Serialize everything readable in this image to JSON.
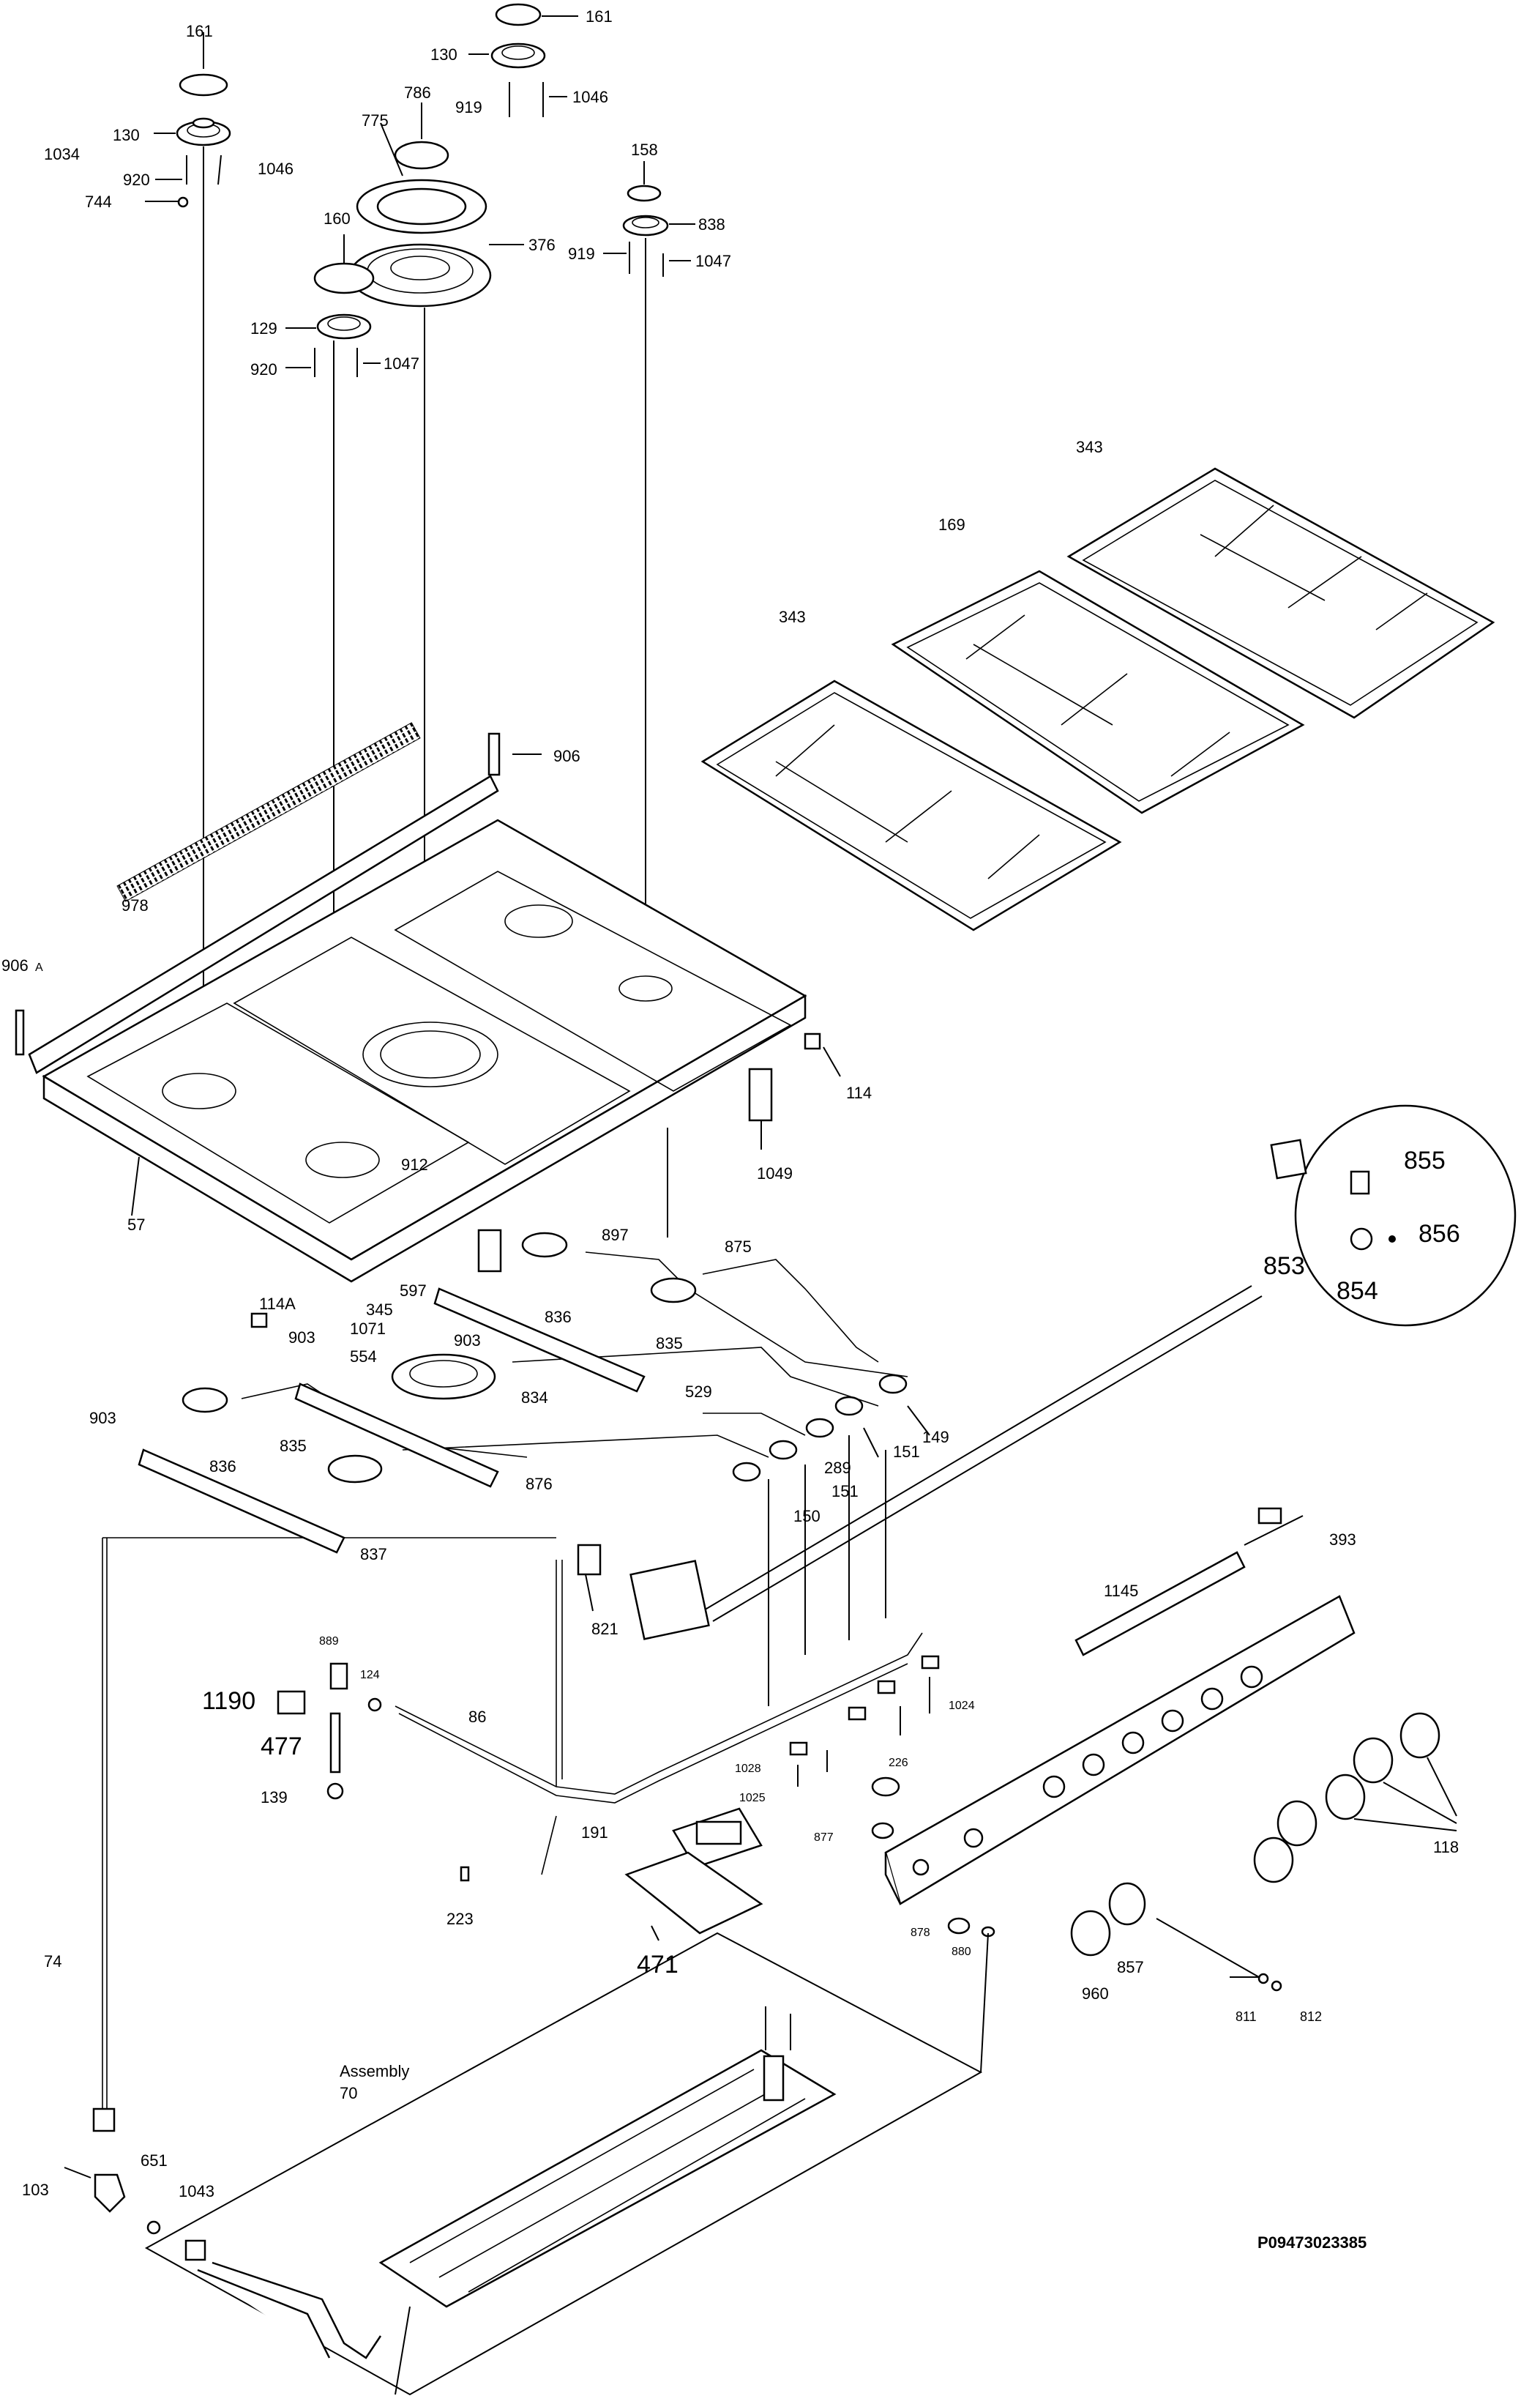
{
  "diagram_ref": "P09473023385",
  "assembly": {
    "caption": "Assembly",
    "number": "70"
  },
  "labels": {
    "l161a": "161",
    "l130a": "130",
    "l1034": "1034",
    "l920a": "920",
    "l744": "744",
    "l1046a": "1046",
    "l161b": "161",
    "l130b": "130",
    "l919a": "919",
    "l1046b": "1046",
    "l786": "786",
    "l775": "775",
    "l376": "376",
    "l160": "160",
    "l129": "129",
    "l920b": "920",
    "l1047a": "1047",
    "l158": "158",
    "l838": "838",
    "l919b": "919",
    "l1047b": "1047",
    "l343a": "343",
    "l169": "169",
    "l343b": "343",
    "l906": "906",
    "l978": "978",
    "l906A": "906",
    "l906A_suffix": "A",
    "l114": "114",
    "l1049": "1049",
    "l912": "912",
    "l57": "57",
    "l855": "855",
    "l856": "856",
    "l853": "853",
    "l854": "854",
    "l897": "897",
    "l875": "875",
    "l836a": "836",
    "l835a": "835",
    "l114A": "114A",
    "l597": "597",
    "l345": "345",
    "l1071": "1071",
    "l554": "554",
    "l903a": "903",
    "l903b": "903",
    "l903c": "903",
    "l834": "834",
    "l529": "529",
    "l149": "149",
    "l151a": "151",
    "l289": "289",
    "l151b": "151",
    "l150": "150",
    "l836b": "836",
    "l835b": "835",
    "l876": "876",
    "l837": "837",
    "l1145": "1145",
    "l393": "393",
    "l821": "821",
    "l889": "889",
    "l124": "124",
    "l1190": "1190",
    "l477": "477",
    "l139": "139",
    "l86": "86",
    "l1024": "1024",
    "l1028": "1028",
    "l226": "226",
    "l1025": "1025",
    "l118": "118",
    "l191": "191",
    "l877": "877",
    "l471": "471",
    "l223": "223",
    "l878": "878",
    "l880": "880",
    "l857": "857",
    "l960": "960",
    "l811": "811",
    "l812": "812",
    "l74": "74",
    "l103": "103",
    "l651": "651",
    "l1043": "1043"
  }
}
